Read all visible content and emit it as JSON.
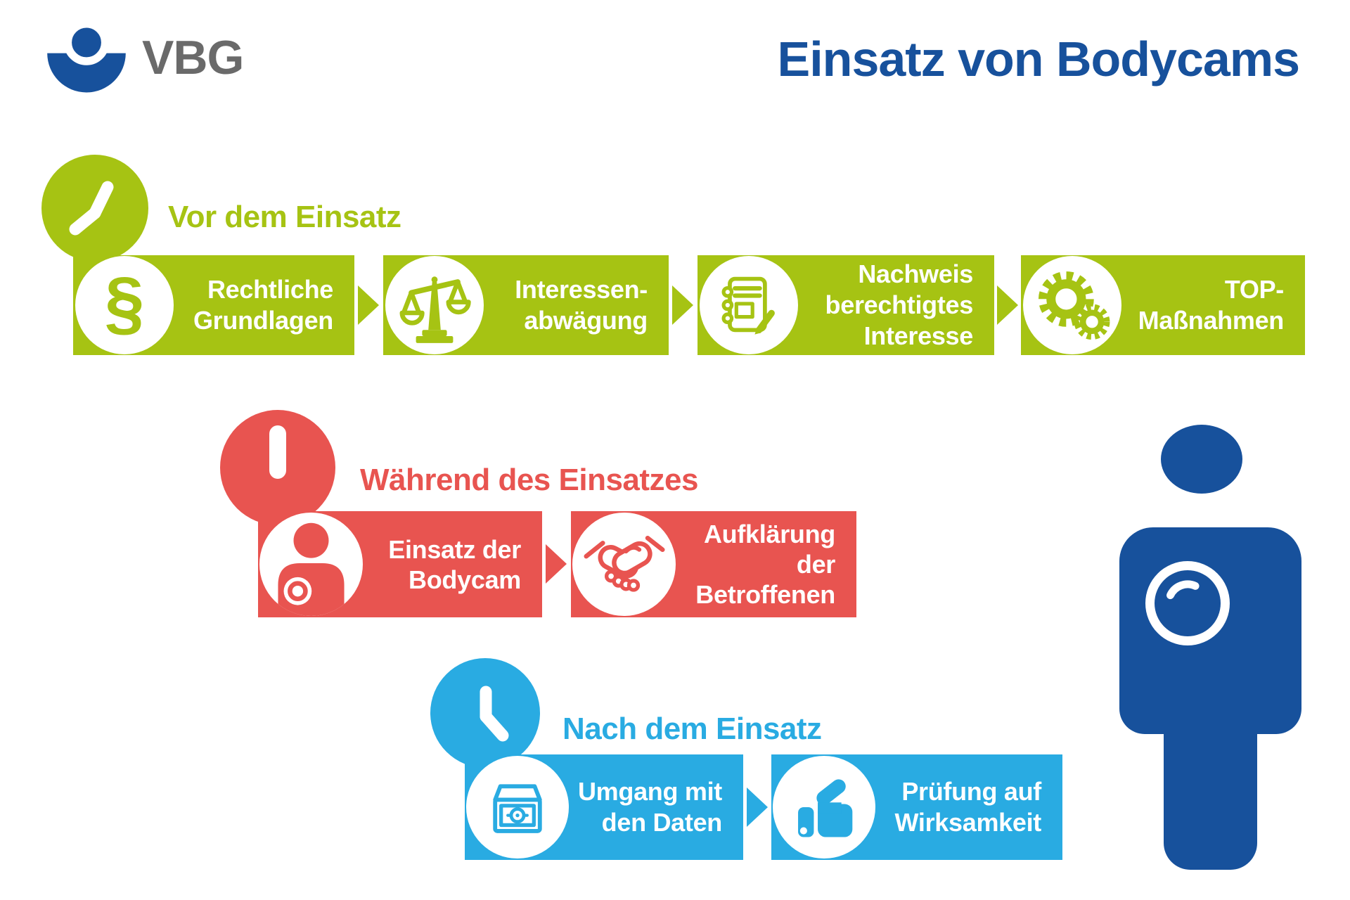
{
  "page": {
    "title": "Einsatz von Bodycams"
  },
  "logo": {
    "text": "VBG"
  },
  "colors": {
    "green": "#a6c313",
    "red": "#e85450",
    "blue": "#29abe2",
    "dark_blue": "#17519c",
    "logo_gray": "#6a6a6a",
    "label_text": "#ffffff"
  },
  "sections": [
    {
      "header": "Vor dem Einsatz",
      "icon": "clock-icon",
      "steps": [
        {
          "icon": "paragraph-icon",
          "glyph": "§",
          "lines": [
            "Rechtliche",
            "Grundlagen"
          ]
        },
        {
          "icon": "scales-icon",
          "lines": [
            "Interessen-",
            "abwägung"
          ]
        },
        {
          "icon": "notepad-pencil-icon",
          "lines": [
            "Nachweis",
            "berechtigtes",
            "Interesse"
          ]
        },
        {
          "icon": "gears-icon",
          "lines": [
            "TOP-",
            "Maßnahmen"
          ]
        }
      ]
    },
    {
      "header": "Während des Einsatzes",
      "icon": "exclamation-icon",
      "steps": [
        {
          "icon": "bodycam-person-icon",
          "lines": [
            "Einsatz der",
            "Bodycam"
          ]
        },
        {
          "icon": "handshake-icon",
          "lines": [
            "Aufklärung",
            "der",
            "Betroffenen"
          ]
        }
      ]
    },
    {
      "header": "Nach dem Einsatz",
      "icon": "clock-icon",
      "steps": [
        {
          "icon": "data-safe-icon",
          "lines": [
            "Umgang mit",
            "den Daten"
          ]
        },
        {
          "icon": "thumbs-up-icon",
          "lines": [
            "Prüfung auf",
            "Wirksamkeit"
          ]
        }
      ]
    }
  ],
  "figure": {
    "description": "person-silhouette-with-bodycam"
  }
}
